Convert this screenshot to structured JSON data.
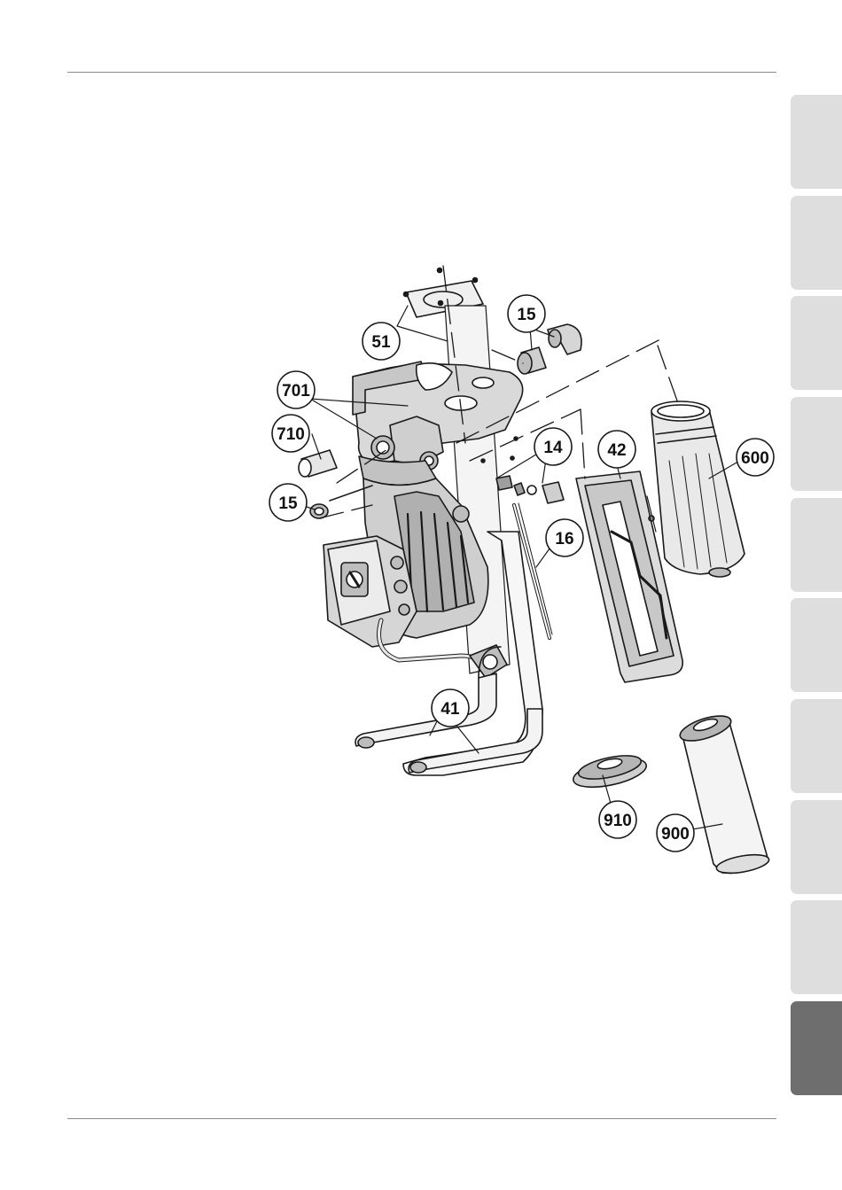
{
  "colors": {
    "tab_inactive": "#dedede",
    "tab_active": "#6e6e6e",
    "rule": "#8a8a8a",
    "line": "#1a1a1a",
    "part_fill": "#d9d9d9"
  },
  "side_tabs": {
    "count": 10,
    "active_index": 9
  },
  "callouts": {
    "c51": "51",
    "c15a": "15",
    "c701": "701",
    "c710": "710",
    "c15b": "15",
    "c14": "14",
    "c42": "42",
    "c600": "600",
    "c16": "16",
    "c41": "41",
    "c910": "910",
    "c900": "900"
  }
}
